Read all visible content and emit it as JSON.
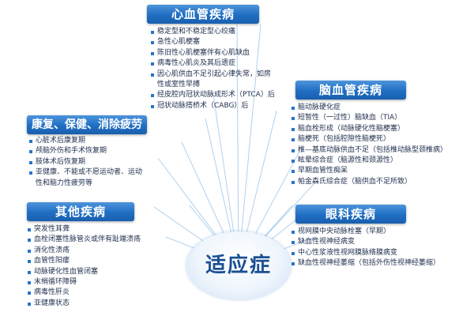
{
  "center": {
    "label": "适应症"
  },
  "groups": {
    "cardio": {
      "title": "心血管疾病",
      "items": [
        "稳定型和不稳定型心绞痛",
        "急性心肌梗塞",
        "陈旧性心肌梗塞伴有心肌缺血",
        "病毒性心肌炎及其后遗症",
        "因心肌供血不足引起心律失常，如房",
        "性或室性早搏",
        "经皮腔内冠状动脉成形术（PTCA）后",
        "冠状动脉搭桥术（CABG）后"
      ]
    },
    "rehab": {
      "title": "康复、保健、消除疲劳",
      "items": [
        "心脏术后康复期",
        "颅脑外伤和手术恢复期",
        "肢体术后恢复期",
        "亚健康、不能或不愿运动者、运动",
        "性和脑力性疲劳等"
      ]
    },
    "cerebral": {
      "title": "脑血管疾病",
      "items": [
        "脑动脉硬化症",
        "短暂性（一过性）脑缺血（TIA）",
        "脑血栓形成（动脉硬化性脑梗塞）",
        "脑梗死（包括腔隙性脑梗死）",
        "椎—基底动脉供血不足（包括椎动脉型颈椎病）",
        "眩晕综合症（脑源性和颈源性）",
        "早期血管性痴呆",
        "帕金森氏综合症（脑供血不足所致）"
      ]
    },
    "other": {
      "title": "其他疾病",
      "items": [
        "突发性耳聋",
        "血栓闭塞性脉管炎或伴有趾端溃疡",
        "消化性溃疡",
        "血管性阳痿",
        "动脉硬化性血管闭塞",
        "末梢循环障碍",
        "病毒性肝炎",
        "亚健康状态"
      ]
    },
    "eye": {
      "title": "眼科疾病",
      "items": [
        "视网膜中央动脉栓塞（早期）",
        "缺血性视神经病变",
        "中心性浆液性视网膜脉络膜病变",
        "缺血性视神经萎缩（包括外伤性视神经萎缩）"
      ]
    }
  },
  "colors": {
    "title_bg": "#1f6ec2",
    "bullet": "#2a73c6",
    "ray": "#8fbde6",
    "text": "#1e2e4c",
    "hub_text": "#1a4f93"
  }
}
